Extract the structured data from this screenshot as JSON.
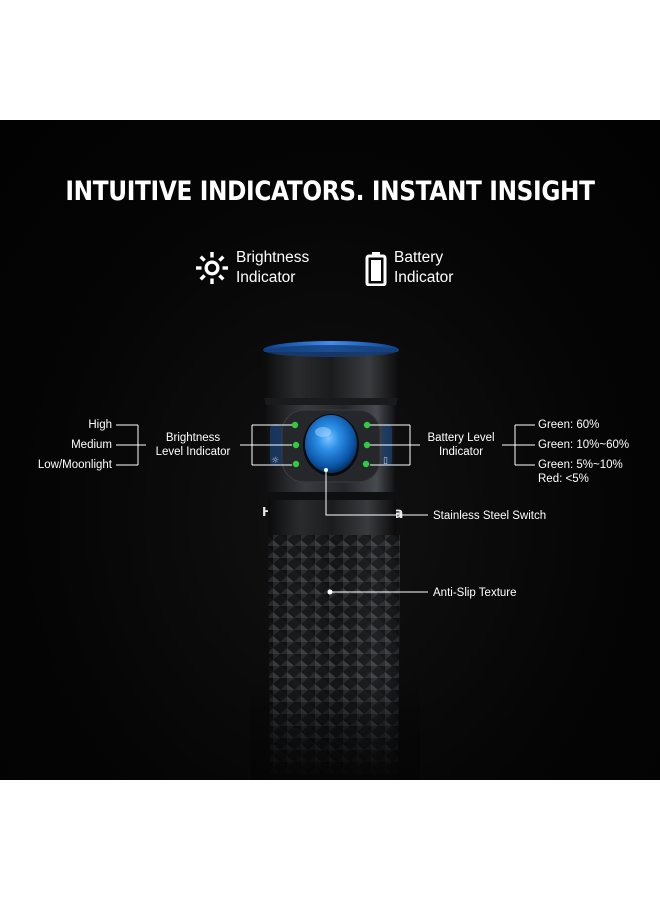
{
  "headline": "INTUITIVE INDICATORS. INSTANT INSIGHT",
  "legend": {
    "brightness": {
      "icon": "sun-icon",
      "line1": "Brightness",
      "line2": "Indicator"
    },
    "battery": {
      "icon": "battery-icon",
      "line1": "Battery",
      "line2": "Indicator"
    }
  },
  "brightness_levels": [
    "High",
    "Medium",
    "Low/Moonlight"
  ],
  "brightness_level_label": {
    "line1": "Brightness",
    "line2": "Level Indicator"
  },
  "battery_level_label": {
    "line1": "Battery Level",
    "line2": "Indicator"
  },
  "battery_levels": [
    "Green:  60%",
    "Green: 10%~60%",
    "Green: 5%~10%",
    "Red: <5%"
  ],
  "switch_label": "Stainless Steel Switch",
  "texture_label": "Anti-Slip Texture",
  "body_engraving_left": "HT",
  "body_engraving_right": "Ba",
  "colors": {
    "background": "#050505",
    "indicator_green": "#2ecc40",
    "switch_blue": "#1a7fd6",
    "text": "#ffffff"
  }
}
